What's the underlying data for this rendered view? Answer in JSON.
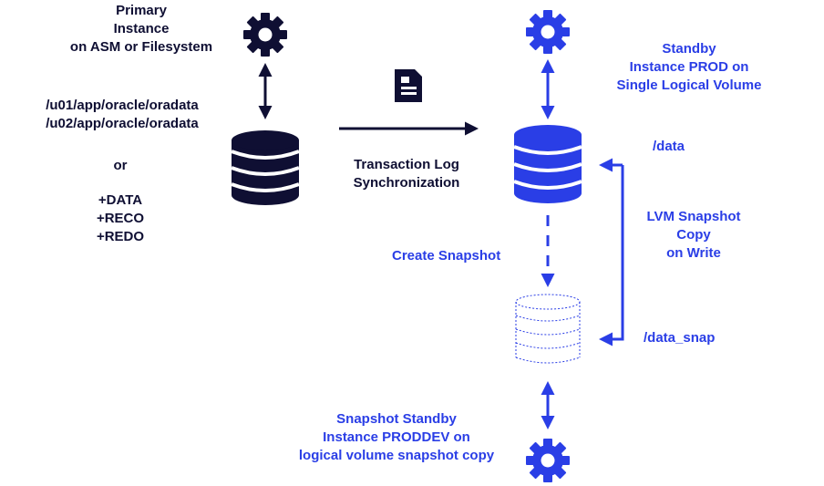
{
  "primary": {
    "label": [
      "Primary",
      "Instance",
      "on ASM or Filesystem"
    ],
    "paths": [
      "/u01/app/oracle/oradata",
      "/u02/app/oracle/oradata"
    ],
    "or_label": "or",
    "asm_groups": [
      "+DATA",
      "+RECO",
      "+REDO"
    ]
  },
  "sync": {
    "label": [
      "Transaction Log",
      "Synchronization"
    ]
  },
  "standby": {
    "label": [
      "Standby",
      "Instance PROD on",
      "Single Logical Volume"
    ],
    "mount": "/data"
  },
  "snapshot_action": {
    "label": "Create Snapshot"
  },
  "lvm": {
    "label": [
      "LVM Snapshot",
      "Copy",
      "on Write"
    ],
    "snap_mount": "/data_snap"
  },
  "snapshot_standby": {
    "label": [
      "Snapshot Standby",
      "Instance PRODDEV on",
      "logical volume snapshot copy"
    ]
  },
  "colors": {
    "dark": "#0f0f33",
    "accent": "#2a3ee6",
    "background": "#ffffff"
  },
  "icons": [
    "gear-icon",
    "database-icon",
    "document-icon",
    "dashed-database-icon",
    "double-arrow-icon"
  ]
}
